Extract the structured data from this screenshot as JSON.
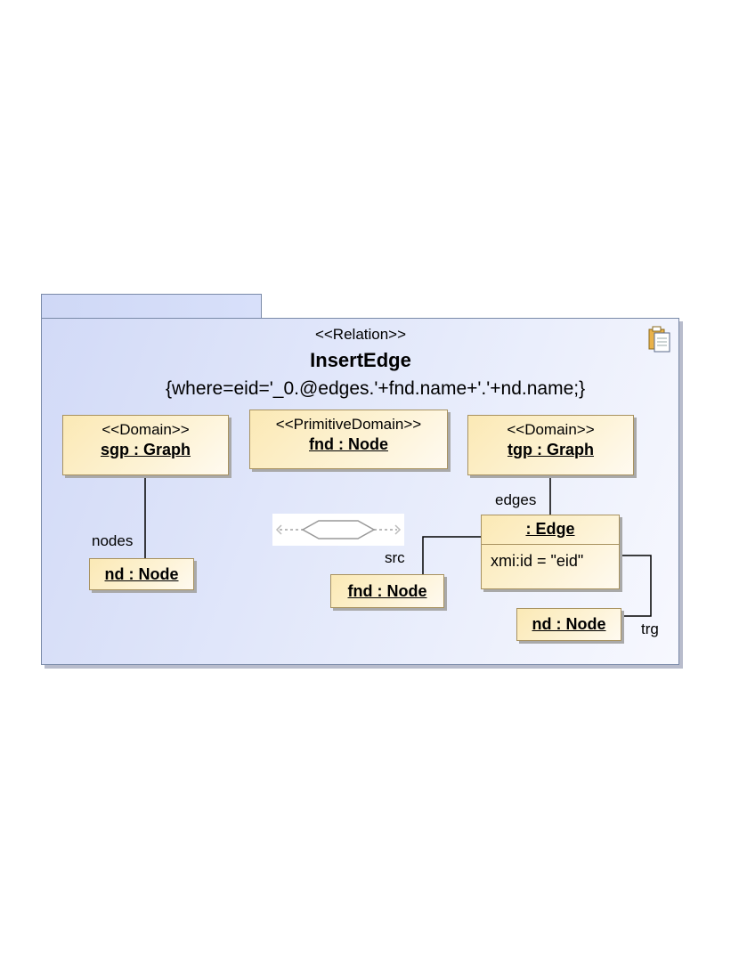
{
  "relation": {
    "stereotype": "<<Relation>>",
    "name": "InsertEdge",
    "where_clause": "{where=eid='_0.@edges.'+fnd.name+'.'+nd.name;}"
  },
  "domains": [
    {
      "stereotype": "<<Domain>>",
      "name": "sgp : Graph"
    },
    {
      "stereotype": "<<PrimitiveDomain>>",
      "name": "fnd : Node"
    },
    {
      "stereotype": "<<Domain>>",
      "name": "tgp : Graph"
    }
  ],
  "objects": {
    "nd_left": "nd : Node",
    "fnd": "fnd : Node",
    "edge": {
      "name": ": Edge",
      "attribute": "xmi:id = \"eid\""
    },
    "nd_right": "nd : Node"
  },
  "labels": {
    "nodes": "nodes",
    "edges": "edges",
    "src": "src",
    "trg": "trg"
  },
  "icons": {
    "relation": "document-stack-icon",
    "connector": "hexagon-connector-icon"
  },
  "colors": {
    "package_fill": "#d2daf7",
    "package_border": "#7a8aa8",
    "box_fill": "#fbe9b5",
    "box_border": "#a89260"
  }
}
